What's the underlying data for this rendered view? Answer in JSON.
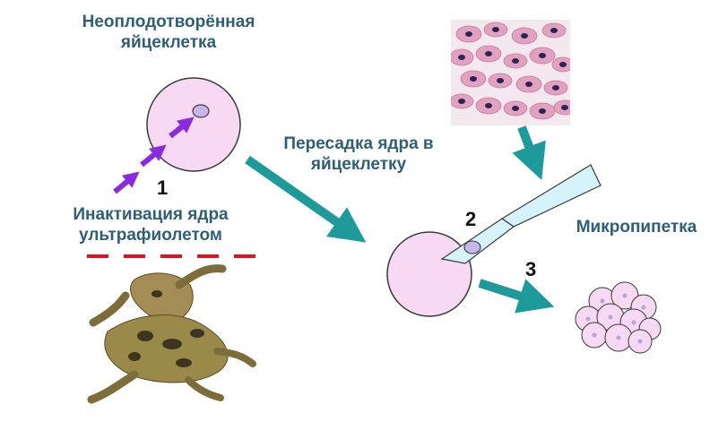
{
  "labels": {
    "unfertilized_egg": "Неоплодотворённая яйцеклетка",
    "nuclear_transfer": "Пересадка ядра в яйцеклетку",
    "uv_inactivation": "Инактивация ядра ультрафиолетом",
    "micropipette": "Микропипетка"
  },
  "steps": {
    "one": "1",
    "two": "2",
    "three": "3"
  },
  "colors": {
    "label_text": "#2f5f76",
    "arrow_teal": "#1e9a9a",
    "uv_arrow": "#8a2be2",
    "egg_fill": "#f7d9f3",
    "egg_stroke": "#3a3a3a",
    "uv_dash": "#e0141e",
    "blood_bg": "#f2e8ee",
    "blood_cell": "#e3a1c0",
    "blood_nucleus": "#2a2555"
  },
  "icons": {
    "frog": "frog-illustration",
    "blood": "blood-smear-photo",
    "embryo": "blastula-cluster"
  }
}
